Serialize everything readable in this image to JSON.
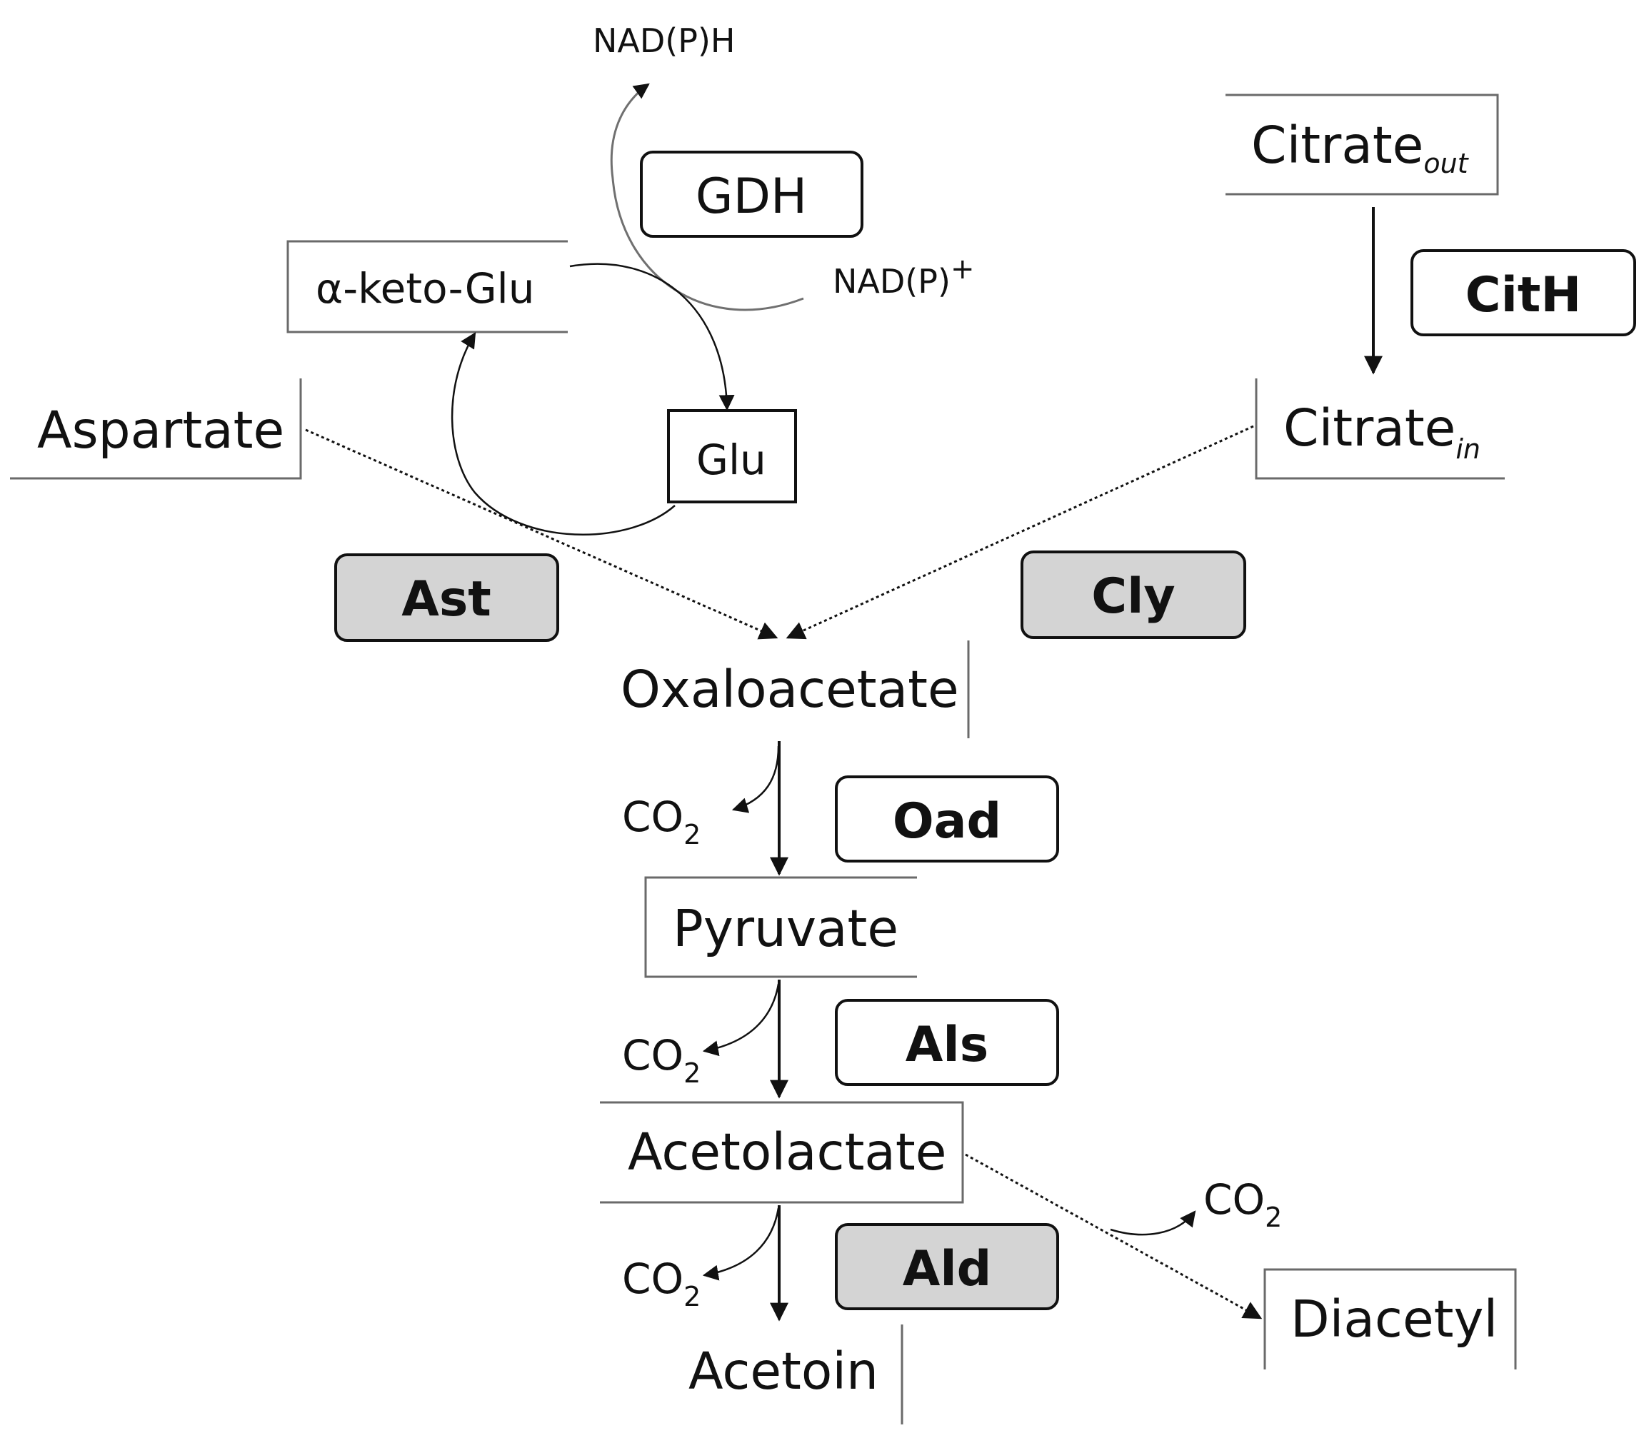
{
  "metabolites": {
    "aspartate": "Aspartate",
    "alpha_keto_glu": "α-keto-Glu",
    "glu": "Glu",
    "citrate_out": "Citrate",
    "citrate_out_sub": "out",
    "citrate_in": "Citrate",
    "citrate_in_sub": "in",
    "oxaloacetate": "Oxaloacetate",
    "pyruvate": "Pyruvate",
    "acetolactate": "Acetolactate",
    "acetoin": "Acetoin",
    "diacetyl": "Diacetyl"
  },
  "cofactors": {
    "nadph": "NAD(P)H",
    "nadp": "NAD(P)",
    "nadp_charge": "+",
    "co2": "CO",
    "co2_sub": "2"
  },
  "enzymes": {
    "gdh": "GDH",
    "cith": "CitH",
    "ast": "Ast",
    "cly": "Cly",
    "oad": "Oad",
    "als": "Als",
    "ald": "Ald"
  },
  "colors": {
    "enzyme_fill_white": "#ffffff",
    "enzyme_fill_grey": "#d4d4d4",
    "line": "#111111"
  }
}
